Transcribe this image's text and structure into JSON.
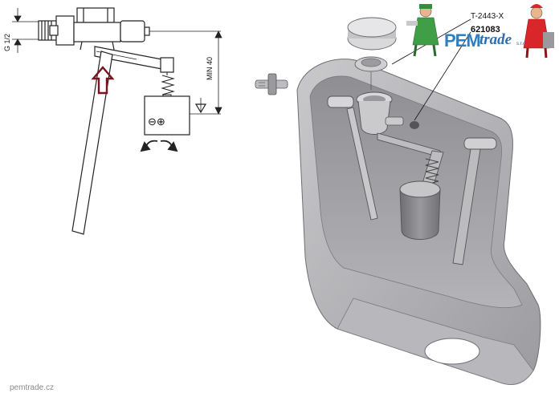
{
  "labels": {
    "thread": "G 1/2",
    "min_height": "MIN 40",
    "part_code_1": "T-2443-X",
    "part_code_2": "621083",
    "polarity": "⊖⊕"
  },
  "brand": {
    "name_a": "PEM",
    "name_b": "trade",
    "suffix": "s.r.o.",
    "watermark": "pemtrade.cz"
  },
  "colors": {
    "accent_arrow": "#7a1420",
    "brand_blue": "#2f7fc0",
    "tank_gray": "#a9a9ad"
  }
}
